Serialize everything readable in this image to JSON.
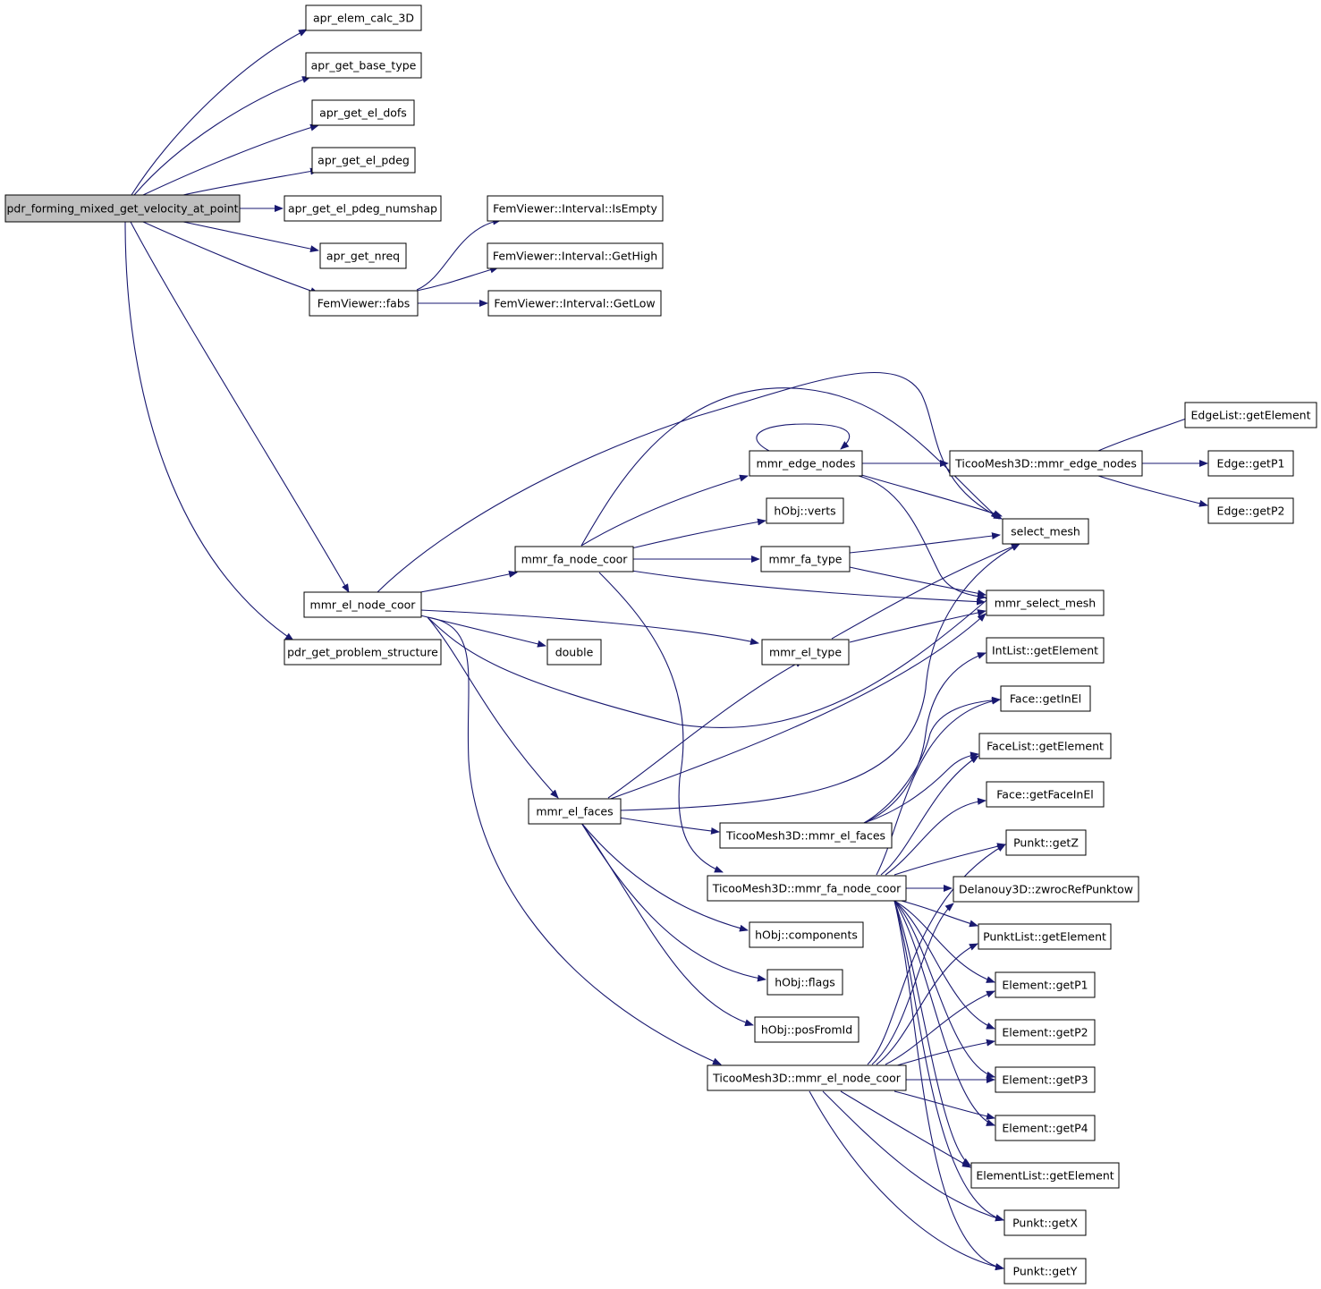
{
  "colors": {
    "edge": "#191970",
    "node_border": "#000000",
    "root_fill": "#bfbfbf",
    "node_fill": "#ffffff"
  },
  "nodes": [
    {
      "id": "root",
      "label": "pdr_forming_mixed_get_velocity_at_point",
      "root": true
    },
    {
      "id": "apr_elem",
      "label": "apr_elem_calc_3D"
    },
    {
      "id": "apr_base",
      "label": "apr_get_base_type"
    },
    {
      "id": "apr_dofs",
      "label": "apr_get_el_dofs"
    },
    {
      "id": "apr_pdeg",
      "label": "apr_get_el_pdeg"
    },
    {
      "id": "apr_numshap",
      "label": "apr_get_el_pdeg_numshap"
    },
    {
      "id": "apr_nreq",
      "label": "apr_get_nreq"
    },
    {
      "id": "fabs",
      "label": "FemViewer::fabs"
    },
    {
      "id": "isempty",
      "label": "FemViewer::Interval::IsEmpty"
    },
    {
      "id": "gethigh",
      "label": "FemViewer::Interval::GetHigh"
    },
    {
      "id": "getlow",
      "label": "FemViewer::Interval::GetLow"
    },
    {
      "id": "mmr_el_node_coor",
      "label": "mmr_el_node_coor"
    },
    {
      "id": "pdr_prob",
      "label": "pdr_get_problem_structure"
    },
    {
      "id": "mmr_fa_node_coor",
      "label": "mmr_fa_node_coor"
    },
    {
      "id": "double",
      "label": "double"
    },
    {
      "id": "mmr_edge_nodes",
      "label": "mmr_edge_nodes"
    },
    {
      "id": "hobj_verts",
      "label": "hObj::verts"
    },
    {
      "id": "mmr_fa_type",
      "label": "mmr_fa_type"
    },
    {
      "id": "mmr_el_type",
      "label": "mmr_el_type"
    },
    {
      "id": "mmr_el_faces",
      "label": "mmr_el_faces"
    },
    {
      "id": "t_el_faces",
      "label": "TicooMesh3D::mmr_el_faces"
    },
    {
      "id": "t_fa_node",
      "label": "TicooMesh3D::mmr_fa_node_coor"
    },
    {
      "id": "hobj_comp",
      "label": "hObj::components"
    },
    {
      "id": "hobj_flags",
      "label": "hObj::flags"
    },
    {
      "id": "hobj_pos",
      "label": "hObj::posFromId"
    },
    {
      "id": "t_el_node",
      "label": "TicooMesh3D::mmr_el_node_coor"
    },
    {
      "id": "t_edge_nodes",
      "label": "TicooMesh3D::mmr_edge_nodes"
    },
    {
      "id": "select_mesh",
      "label": "select_mesh"
    },
    {
      "id": "mmr_select_mesh",
      "label": "mmr_select_mesh"
    },
    {
      "id": "intlist",
      "label": "IntList::getElement"
    },
    {
      "id": "face_getinel",
      "label": "Face::getInEl"
    },
    {
      "id": "facelist",
      "label": "FaceList::getElement"
    },
    {
      "id": "face_getfaceinel",
      "label": "Face::getFaceInEl"
    },
    {
      "id": "punkt_z",
      "label": "Punkt::getZ"
    },
    {
      "id": "delanouy",
      "label": "Delanouy3D::zwrocRefPunktow"
    },
    {
      "id": "punktlist",
      "label": "PunktList::getElement"
    },
    {
      "id": "el_p1",
      "label": "Element::getP1"
    },
    {
      "id": "el_p2",
      "label": "Element::getP2"
    },
    {
      "id": "el_p3",
      "label": "Element::getP3"
    },
    {
      "id": "el_p4",
      "label": "Element::getP4"
    },
    {
      "id": "elementlist",
      "label": "ElementList::getElement"
    },
    {
      "id": "punkt_x",
      "label": "Punkt::getX"
    },
    {
      "id": "punkt_y",
      "label": "Punkt::getY"
    },
    {
      "id": "edgelist",
      "label": "EdgeList::getElement"
    },
    {
      "id": "edge_p1",
      "label": "Edge::getP1"
    },
    {
      "id": "edge_p2",
      "label": "Edge::getP2"
    }
  ]
}
